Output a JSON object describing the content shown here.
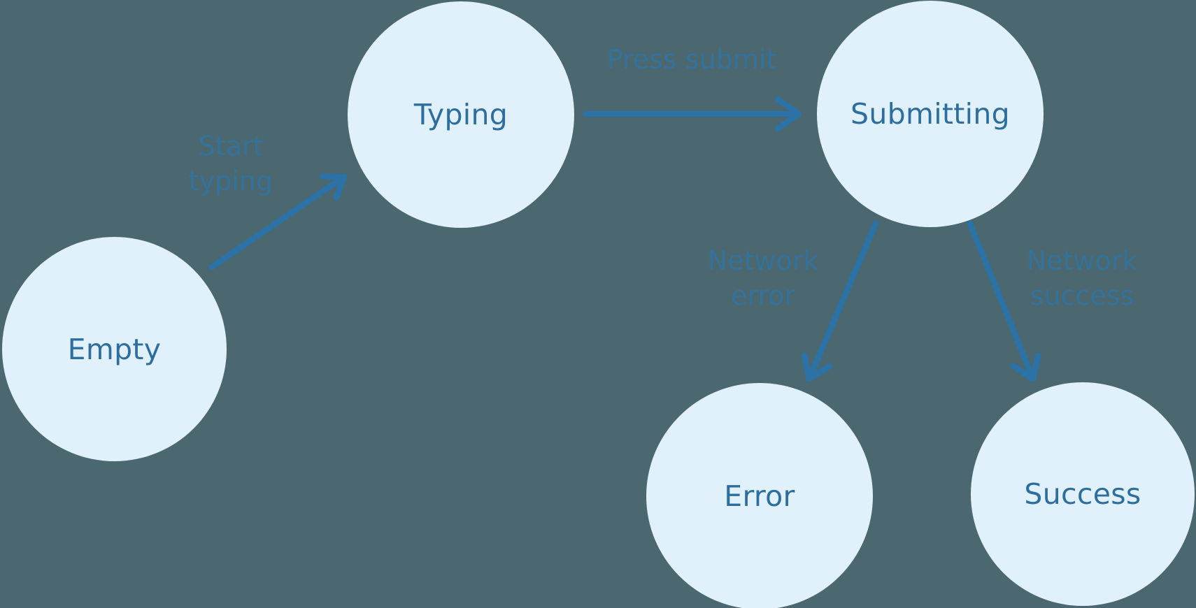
{
  "colors": {
    "background": "#4B6770",
    "node_fill": "#E1F1FB",
    "node_text": "#2D6E9E",
    "arrow": "#2B73A6",
    "edge_label": "#35729A"
  },
  "nodes": {
    "empty": {
      "label": "Empty"
    },
    "typing": {
      "label": "Typing"
    },
    "submitting": {
      "label": "Submitting"
    },
    "error": {
      "label": "Error"
    },
    "success": {
      "label": "Success"
    }
  },
  "edges": {
    "start_typing": {
      "label": "Start typing",
      "lines": [
        "Start",
        "typing"
      ],
      "from": "empty",
      "to": "typing"
    },
    "press_submit": {
      "label": "Press submit",
      "lines": [
        "Press submit"
      ],
      "from": "typing",
      "to": "submitting"
    },
    "network_error": {
      "label": "Network error",
      "lines": [
        "Network",
        "error"
      ],
      "from": "submitting",
      "to": "error"
    },
    "network_success": {
      "label": "Network success",
      "lines": [
        "Network",
        "success"
      ],
      "from": "submitting",
      "to": "success"
    }
  }
}
